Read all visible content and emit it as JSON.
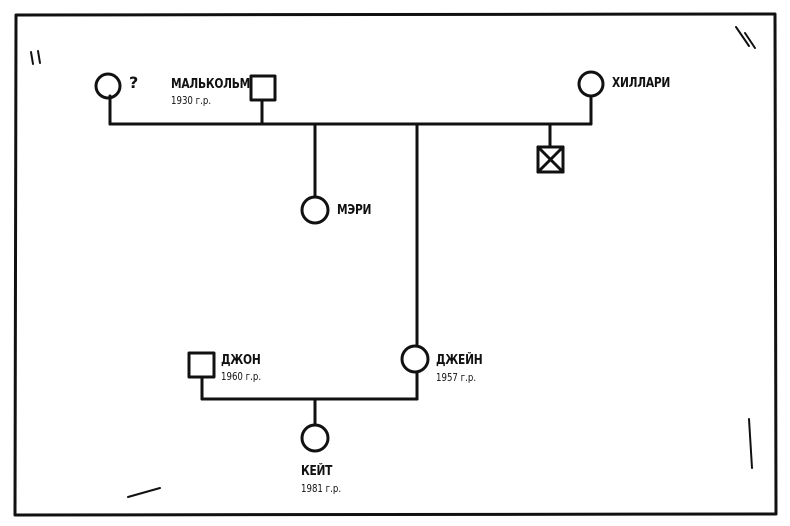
{
  "pedigree": {
    "unknown_person": {
      "label": "?"
    },
    "malcolm": {
      "name": "МАЛЬКОЛЬМ",
      "year": "1930 г.р."
    },
    "hillary": {
      "name": "ХИЛЛАРИ"
    },
    "mary": {
      "name": "МЭРИ"
    },
    "john": {
      "name": "ДЖОН",
      "year": "1960 г.р."
    },
    "jane": {
      "name": "ДЖЕЙН",
      "year": "1957 г.р."
    },
    "kate": {
      "name": "КЕЙТ",
      "year": "1981 г.р."
    },
    "deceased_male": {
      "symbol": "crossed-square-icon"
    }
  }
}
